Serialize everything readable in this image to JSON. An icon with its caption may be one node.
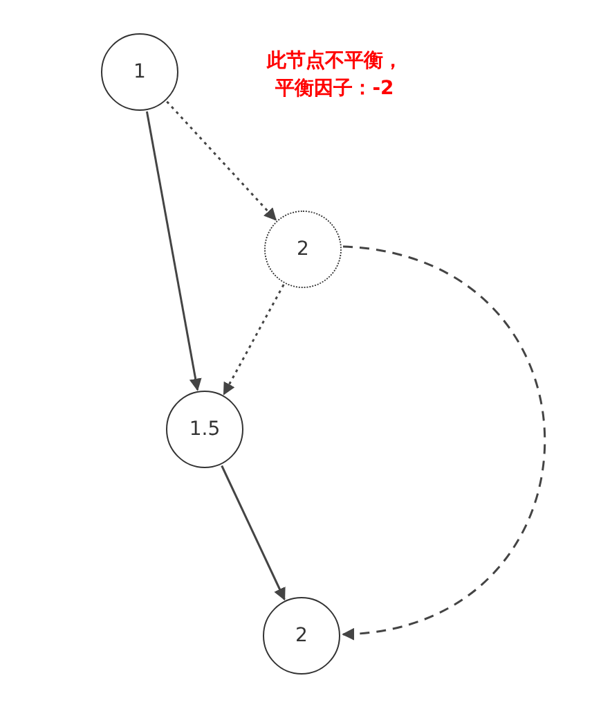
{
  "diagram": {
    "nodes": [
      {
        "text": [
          "1"
        ]
      },
      {
        "text": [
          "2"
        ]
      },
      {
        "text": [
          "1.5"
        ]
      },
      {
        "text": [
          "2"
        ]
      }
    ],
    "edges": [
      {
        "from": 0,
        "to": 1,
        "arrow": "to",
        "style": "dashed"
      },
      {
        "from": 0,
        "to": 2,
        "arrow": "to"
      },
      {
        "from": 1,
        "to": 2,
        "arrow": "to",
        "style": "dashed"
      },
      {
        "from": 1,
        "to": 3,
        "arrow": "to",
        "style": "dashed"
      },
      {
        "from": 2,
        "to": 3,
        "arrow": "to"
      }
    ],
    "labels": [
      "此节点不平衡，平衡因子：**-2**"
    ]
  }
}
